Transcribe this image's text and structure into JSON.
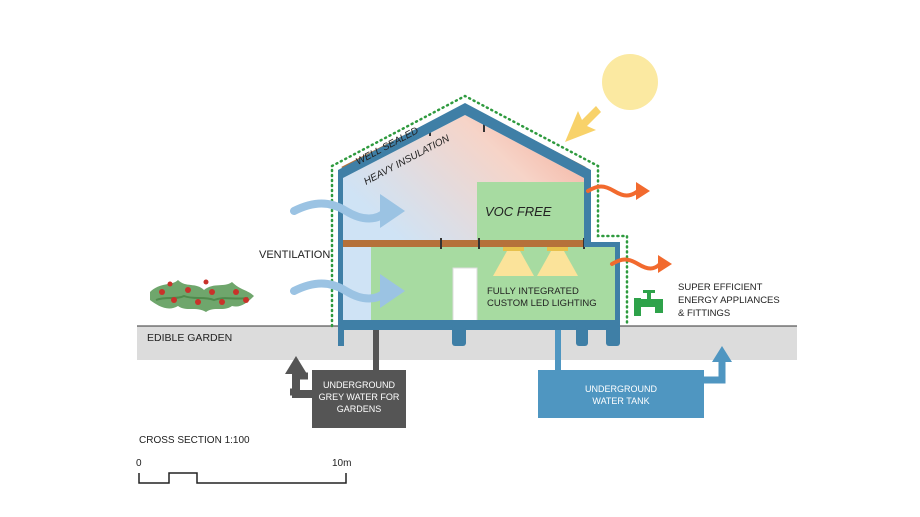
{
  "labels": {
    "well_sealed": "WELL SEALED",
    "heavy_insulation": "HEAVY INSULATION",
    "voc_free": "VOC FREE",
    "ventilation": "VENTILATION",
    "led_line1": "FULLY INTEGRATED",
    "led_line2": "CUSTOM LED LIGHTING",
    "appliances_line1": "SUPER EFFICIENT",
    "appliances_line2": "ENERGY APPLIANCES",
    "appliances_line3": "& FITTINGS",
    "edible_garden": "EDIBLE GARDEN",
    "grey_water_line1": "UNDERGROUND",
    "grey_water_line2": "GREY WATER FOR",
    "grey_water_line3": "GARDENS",
    "water_tank_line1": "UNDERGROUND",
    "water_tank_line2": "WATER TANK",
    "cross_section": "CROSS SECTION 1:100",
    "scale_start": "0",
    "scale_end": "10m"
  },
  "colors": {
    "wall": "#3f7fa6",
    "ground": "#dcdcdc",
    "sun": "#fbe9a1",
    "sun_ray": "#f8d26a",
    "heat_arrow": "#f26a2e",
    "air_arrow": "#9bc3e3",
    "voc_zone": "#a7dba1",
    "timber": "#b5713a",
    "tap": "#2ea24a",
    "grey_water": "#555555",
    "water_tank": "#4f96c1",
    "seal": "#2e9a3e"
  },
  "icons": {
    "sun": "sun-icon",
    "tap": "water-tap-icon",
    "plants": "tomato-plant-icon",
    "lights": "led-light-icon"
  }
}
